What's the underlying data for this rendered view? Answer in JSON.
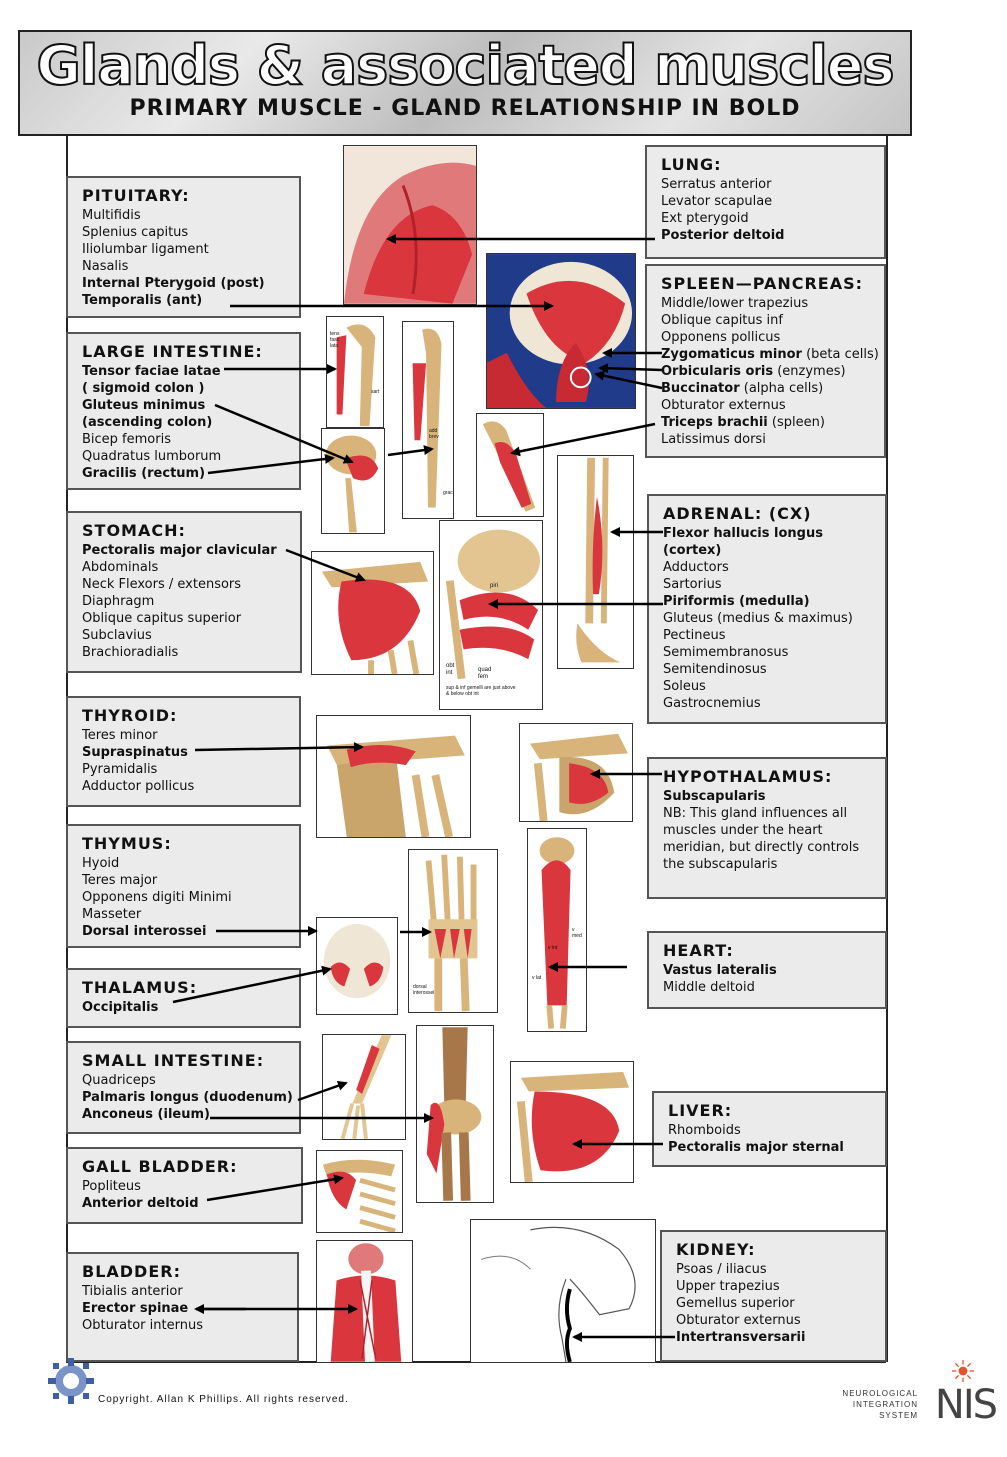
{
  "header": {
    "title": "Glands & associated muscles",
    "subtitle": "PRIMARY MUSCLE - GLAND RELATIONSHIP IN BOLD"
  },
  "boxes": {
    "pituitary": {
      "title": "PITUITARY:",
      "lines": [
        {
          "text": "Multifidis",
          "bold": false
        },
        {
          "text": "Splenius capitus",
          "bold": false
        },
        {
          "text": "Iliolumbar ligament",
          "bold": false
        },
        {
          "text": "Nasalis",
          "bold": false
        },
        {
          "text": "Internal Pterygoid (post)",
          "bold": true
        },
        {
          "text": "Temporalis (ant)",
          "bold": true
        }
      ]
    },
    "large_intestine": {
      "title": "LARGE INTESTINE:",
      "lines": [
        {
          "text": "Tensor faciae latae",
          "bold": true
        },
        {
          "text": "( sigmoid colon )",
          "bold": true
        },
        {
          "text": "Gluteus minimus",
          "bold": true
        },
        {
          "text": "(ascending colon)",
          "bold": true
        },
        {
          "text": "Bicep femoris",
          "bold": false
        },
        {
          "text": "Quadratus lumborum",
          "bold": false
        },
        {
          "text": "Gracilis (rectum)",
          "bold": true
        }
      ]
    },
    "stomach": {
      "title": "STOMACH:",
      "lines": [
        {
          "text": "Pectoralis major clavicular",
          "bold": true
        },
        {
          "text": "Abdominals",
          "bold": false
        },
        {
          "text": "Neck Flexors / extensors",
          "bold": false
        },
        {
          "text": "Diaphragm",
          "bold": false
        },
        {
          "text": "Oblique capitus superior",
          "bold": false
        },
        {
          "text": "Subclavius",
          "bold": false
        },
        {
          "text": "Brachioradialis",
          "bold": false
        }
      ]
    },
    "thyroid": {
      "title": "THYROID:",
      "lines": [
        {
          "text": "Teres minor",
          "bold": false
        },
        {
          "text": "Supraspinatus",
          "bold": true
        },
        {
          "text": "Pyramidalis",
          "bold": false
        },
        {
          "text": "Adductor pollicus",
          "bold": false
        }
      ]
    },
    "thymus": {
      "title": "THYMUS:",
      "lines": [
        {
          "text": "Hyoid",
          "bold": false
        },
        {
          "text": "Teres major",
          "bold": false
        },
        {
          "text": "Opponens digiti Minimi",
          "bold": false
        },
        {
          "text": "Masseter",
          "bold": false
        },
        {
          "text": "Dorsal interossei",
          "bold": true
        }
      ]
    },
    "thalamus": {
      "title": "THALAMUS:",
      "lines": [
        {
          "text": "Occipitalis",
          "bold": true
        }
      ]
    },
    "small_intestine": {
      "title": "SMALL INTESTINE:",
      "lines": [
        {
          "text": "Quadriceps",
          "bold": false
        },
        {
          "text": "Palmaris longus (duodenum)",
          "bold": true
        },
        {
          "text": "Anconeus (ileum)",
          "bold": true
        }
      ]
    },
    "gall_bladder": {
      "title": "GALL BLADDER:",
      "lines": [
        {
          "text": "Popliteus",
          "bold": false
        },
        {
          "text": "Anterior deltoid",
          "bold": true
        }
      ]
    },
    "bladder": {
      "title": "BLADDER:",
      "lines": [
        {
          "text": "Tibialis anterior",
          "bold": false
        },
        {
          "text": "Erector spinae",
          "bold": true
        },
        {
          "text": "Obturator internus",
          "bold": false
        }
      ]
    },
    "lung": {
      "title": "LUNG:",
      "lines": [
        {
          "text": "Serratus anterior",
          "bold": false
        },
        {
          "text": "Levator scapulae",
          "bold": false
        },
        {
          "text": "Ext pterygoid",
          "bold": false
        },
        {
          "text": "Posterior deltoid",
          "bold": true
        }
      ]
    },
    "spleen_pancreas": {
      "title": "SPLEEN—PANCREAS:",
      "lines": [
        {
          "text": "Middle/lower trapezius",
          "bold": false
        },
        {
          "text": "Oblique capitus inf",
          "bold": false
        },
        {
          "text": "Opponens pollicus",
          "bold": false
        },
        {
          "text": "Zygomaticus minor",
          "bold": true,
          "note": " (beta cells)"
        },
        {
          "text": "Orbicularis oris",
          "bold": true,
          "note": " (enzymes)"
        },
        {
          "text": "Buccinator",
          "bold": true,
          "note": " (alpha cells)"
        },
        {
          "text": "Obturator externus",
          "bold": false
        },
        {
          "text": "Triceps brachii",
          "bold": true,
          "note": " (spleen)"
        },
        {
          "text": "Latissimus dorsi",
          "bold": false
        }
      ]
    },
    "adrenal": {
      "title": "ADRENAL: (CX)",
      "lines": [
        {
          "text": "Flexor hallucis longus",
          "bold": true
        },
        {
          "text": "(cortex)",
          "bold": true
        },
        {
          "text": "Adductors",
          "bold": false
        },
        {
          "text": "Sartorius",
          "bold": false
        },
        {
          "text": "Piriformis (medulla)",
          "bold": true
        },
        {
          "text": "Gluteus (medius & maximus)",
          "bold": false
        },
        {
          "text": "Pectineus",
          "bold": false
        },
        {
          "text": "Semimembranosus",
          "bold": false
        },
        {
          "text": "Semitendinosus",
          "bold": false
        },
        {
          "text": "Soleus",
          "bold": false
        },
        {
          "text": "Gastrocnemius",
          "bold": false
        }
      ]
    },
    "hypothalamus": {
      "title": "HYPOTHALAMUS:",
      "lines": [
        {
          "text": "Subscapularis",
          "bold": true
        },
        {
          "text": "NB: This gland influences all",
          "bold": false
        },
        {
          "text": "muscles under the heart",
          "bold": false
        },
        {
          "text": "meridian, but directly controls",
          "bold": false
        },
        {
          "text": "the subscapularis",
          "bold": false
        }
      ]
    },
    "heart": {
      "title": "HEART:",
      "lines": [
        {
          "text": "Vastus lateralis",
          "bold": true
        },
        {
          "text": "Middle deltoid",
          "bold": false
        }
      ]
    },
    "liver": {
      "title": "LIVER:",
      "lines": [
        {
          "text": "Rhomboids",
          "bold": false
        },
        {
          "text": "Pectoralis major sternal",
          "bold": true
        }
      ]
    },
    "kidney": {
      "title": "KIDNEY:",
      "lines": [
        {
          "text": "Psoas / iliacus",
          "bold": false
        },
        {
          "text": "Upper trapezius",
          "bold": false
        },
        {
          "text": "Gemellus superior",
          "bold": false
        },
        {
          "text": "Obturator externus",
          "bold": false
        },
        {
          "text": "Intertransversarii",
          "bold": true
        }
      ]
    }
  },
  "image_labels": {
    "tfl": "tens fasc lata",
    "sart": "sart",
    "add_brev": "add brev",
    "graci": "graci",
    "piri": "piri",
    "obt_int": "obt int",
    "quad_fem": "quad fem",
    "gemelli_note": "sup & inf gemelli are just above & below obt int",
    "dorsal_interossei": "dorsal interossei",
    "v_med": "v med",
    "v_int": "v int",
    "v_lat": "v lat"
  },
  "footer": {
    "copyright": "Copyright. Allan K Phillips. All rights reserved.",
    "logo_text": "NEUROLOGICAL INTEGRATION SYSTEM",
    "logo_mark": "NIS"
  },
  "colors": {
    "muscle": "#d9363e",
    "bone": "#d8b47a",
    "box_bg": "#ebebeb",
    "arrow": "#000000"
  }
}
